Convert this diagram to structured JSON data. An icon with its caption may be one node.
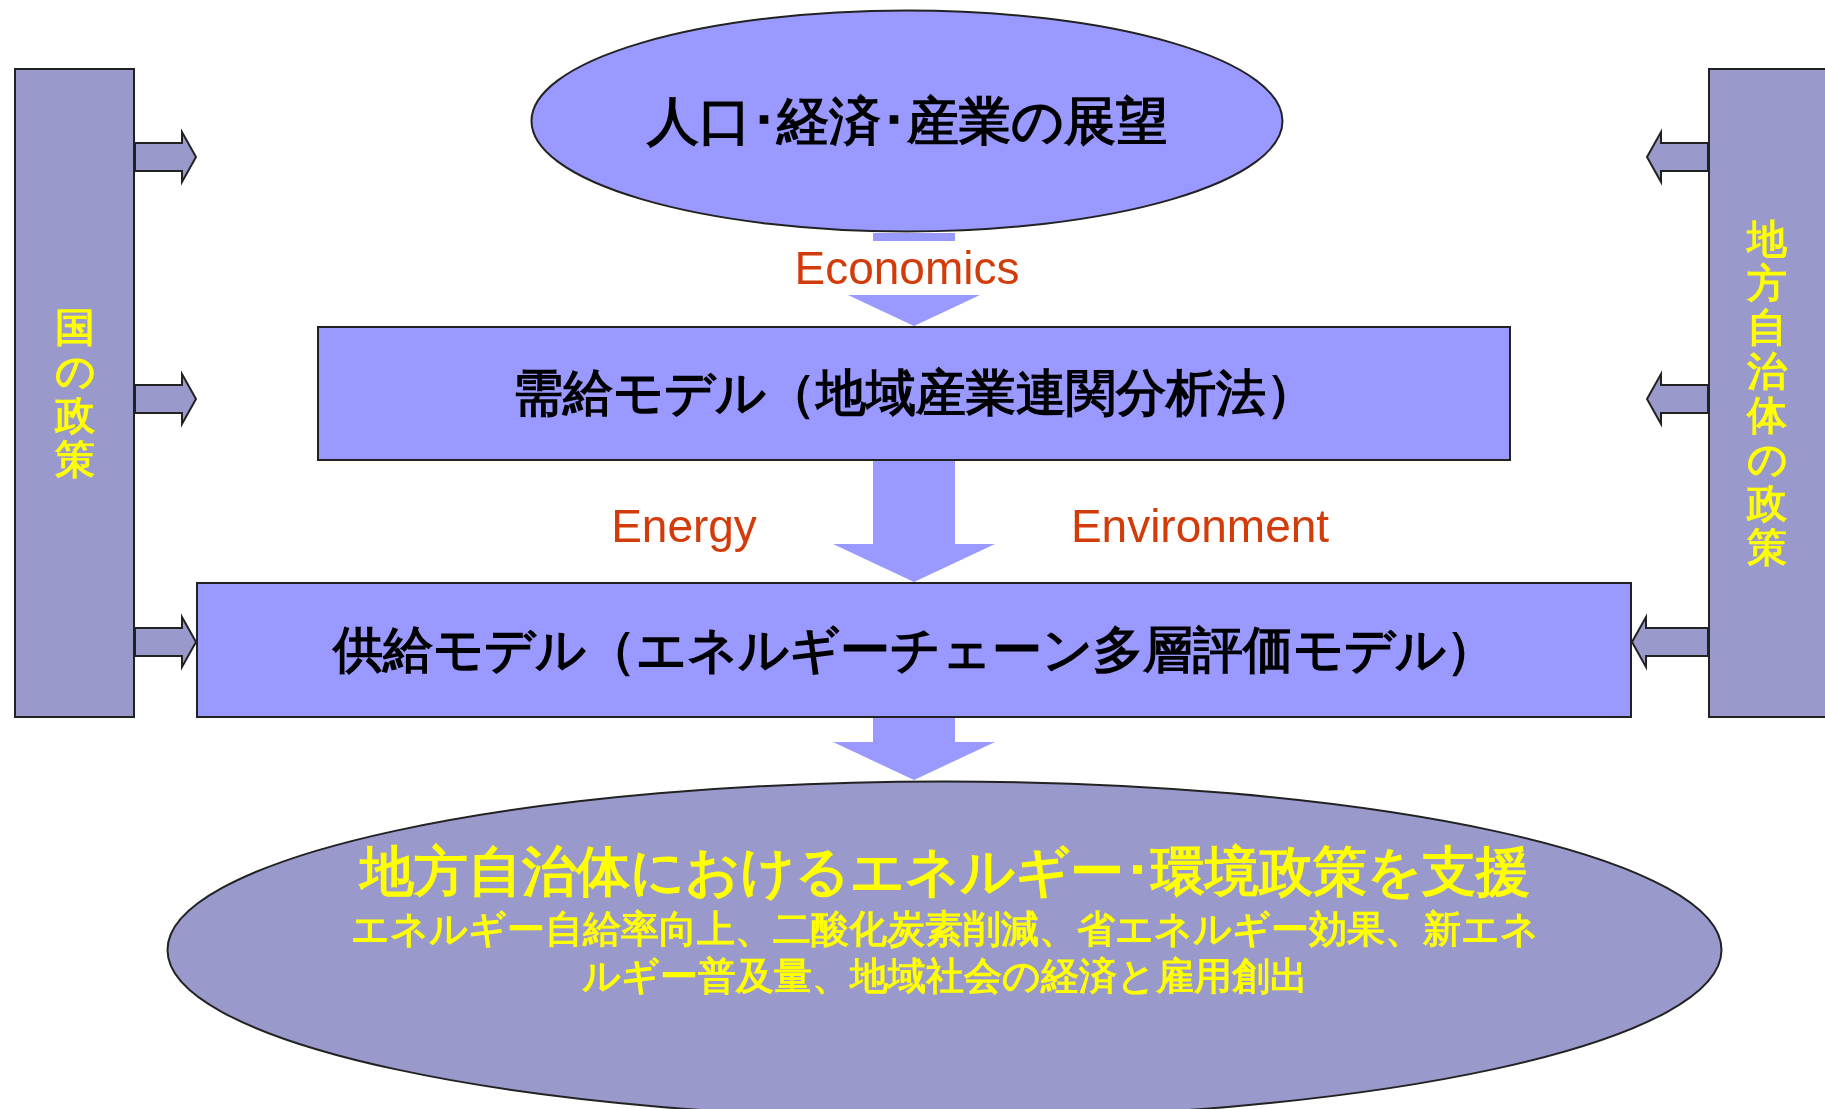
{
  "diagram": {
    "nodes": [
      {
        "text": [
          "国の政策"
        ]
      },
      {
        "text": [
          "人口･経済･産業の展望"
        ]
      },
      {
        "text": [
          "地方自治体の政策"
        ]
      },
      {
        "text": [
          "需給モデル（地域産業連関分析法）"
        ]
      },
      {
        "text": [
          "供給モデル（エネルギーチェーン多層評価モデル）"
        ]
      },
      {
        "text": [
          "地方自治体におけるエネルギー･環境政策を支援",
          "エネルギー自給率向上、二酸化炭素削減、省エネルギー効果、新エネルギー普及量、地域社会の経済と雇用創出"
        ]
      }
    ],
    "edges": [
      {
        "from": 1,
        "to": 3,
        "arrow": "to",
        "label": "Economics"
      },
      {
        "from": 3,
        "to": 4,
        "arrow": "to"
      },
      {
        "from": 4,
        "to": 5,
        "arrow": "to"
      },
      {
        "from": 0,
        "to": null,
        "arrow": "to"
      },
      {
        "from": 0,
        "to": null,
        "arrow": "to"
      },
      {
        "from": 0,
        "to": 4,
        "arrow": "to"
      },
      {
        "from": 2,
        "to": null,
        "arrow": "to"
      },
      {
        "from": 2,
        "to": null,
        "arrow": "to"
      },
      {
        "from": 2,
        "to": 4,
        "arrow": "to"
      }
    ],
    "labels": [
      "Energy",
      "Environment"
    ]
  }
}
